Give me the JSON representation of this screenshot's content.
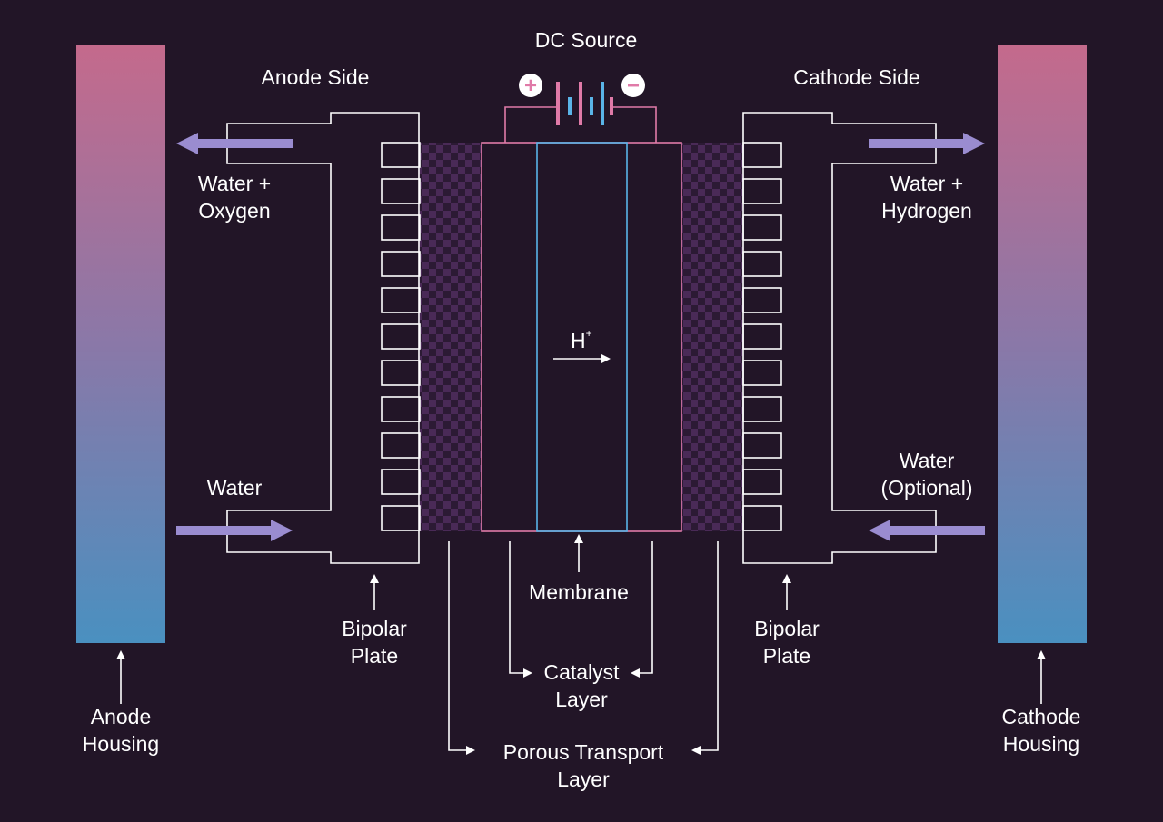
{
  "title": "DC Source",
  "anode_side": "Anode Side",
  "cathode_side": "Cathode Side",
  "ion": {
    "symbol": "H",
    "charge": "+"
  },
  "terminals": {
    "positive": "+",
    "negative": "−"
  },
  "labels": {
    "water_oxygen": [
      "Water +",
      "Oxygen"
    ],
    "water_hydrogen": [
      "Water +",
      "Hydrogen"
    ],
    "water_in": "Water",
    "water_optional": [
      "Water",
      "(Optional)"
    ],
    "bipolar_plate_left": [
      "Bipolar",
      "Plate"
    ],
    "bipolar_plate_right": [
      "Bipolar",
      "Plate"
    ],
    "membrane": "Membrane",
    "catalyst_layer": [
      "Catalyst",
      "Layer"
    ],
    "porous_transport_layer": [
      "Porous Transport",
      "Layer"
    ],
    "anode_housing": [
      "Anode",
      "Housing"
    ],
    "cathode_housing": [
      "Cathode",
      "Housing"
    ]
  },
  "colors": {
    "background": "#221527",
    "pink": "#e07aa8",
    "blue": "#5ab4e8",
    "arrow": "#9a8cd0",
    "checker": "#4a2a57",
    "housing_top": "#c46a8c",
    "housing_bottom": "#4a90c0"
  }
}
